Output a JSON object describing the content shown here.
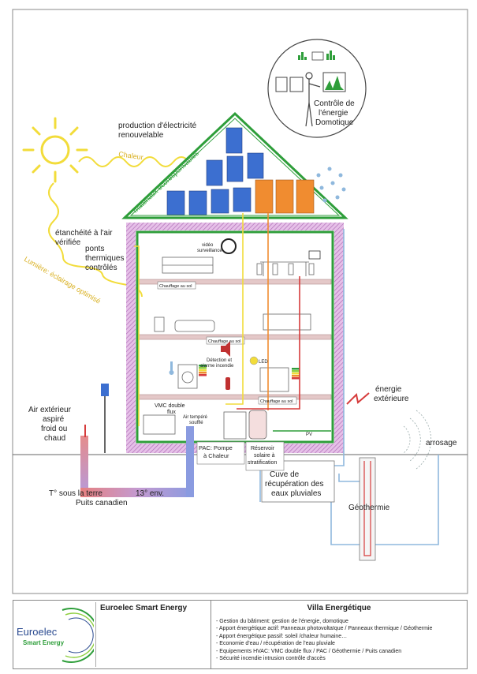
{
  "labels": {
    "production": [
      "production d'électricité",
      "renouvelable"
    ],
    "chaleur": "Chaleur",
    "materiaux": "matériaux écoresponsables",
    "etancheite": [
      "étanchéité à l'air",
      "vérifiée"
    ],
    "ponts": [
      "ponts",
      "thermiques",
      "contrôlés"
    ],
    "lumiere": "Lumière: éclairage optimisé",
    "video": [
      "vidéo",
      "surveillance"
    ],
    "chauffage_sol": "Chauffage au sol",
    "detection": [
      "Détection et",
      "alarme incendie"
    ],
    "led": "LED",
    "vmc": [
      "VMC double",
      "flux"
    ],
    "air_tempere": [
      "Air tempéré",
      "soufflé"
    ],
    "air_exterieur": [
      "Air extérieur",
      "aspiré",
      "froid ou",
      "chaud"
    ],
    "pac": [
      "PAC: Pompe",
      "à Chaleur"
    ],
    "reservoir": [
      "Réservoir",
      "solaire à",
      "stratification"
    ],
    "pv": "PV",
    "energie_ext": [
      "énergie",
      "extérieure"
    ],
    "arrosage": "arrosage",
    "cuve": [
      "Cuve de",
      "récupération des",
      "eaux pluviales"
    ],
    "t_sous_terre": "T° sous la terre",
    "treize": "13° env.",
    "puits": "Puits canadien",
    "geothermie": "Géothermie",
    "controle": [
      "Contrôle de",
      "l'énergie",
      "Domotique"
    ]
  },
  "footer": {
    "company": "Euroelec Smart Energy",
    "logo": {
      "line1": "Euroelec",
      "line2": "Smart Energy"
    },
    "title": "Villa Energétique",
    "items": [
      "- Gestion du bâtiment: gestion de l'énergie, domotique",
      "- Apport énergétique actif: Panneaux photovoltaïque / Panneaux thermique / Géothermie",
      "- Apport énergétique passif: soleil /chaleur humaine…",
      "- Economie d'eau / récupération de l'eau pluviale",
      "- Equipements HVAC: VMC double flux / PAC / Géothermie / Puits canadien",
      "- Sécurité incendie intrusion contrôle d'accès"
    ]
  },
  "colors": {
    "wall": "#d7a8d9",
    "insulation": "#2e9e3a",
    "sun": "#f2dc3a",
    "solar_panel": "#3c6fd0",
    "thermal_panel": "#f08c30",
    "floor": "#d8b8b8",
    "red_line": "#d63b3b",
    "blue_line": "#8fb8dd"
  }
}
